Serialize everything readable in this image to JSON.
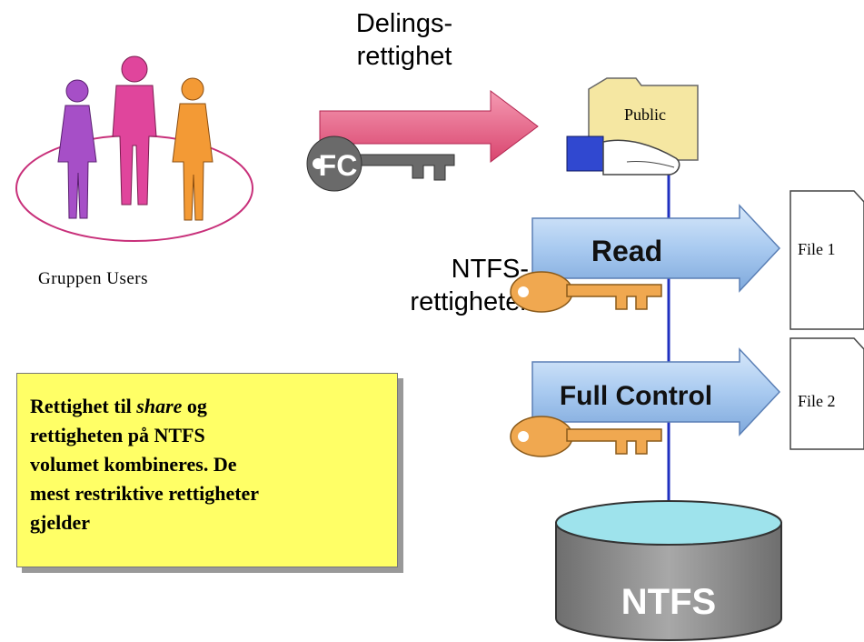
{
  "share_permission_label": [
    "Delings-",
    "rettighet"
  ],
  "share_key_text": "FC",
  "folder_label": "Public",
  "group_caption": "Gruppen Users",
  "ntfs_permissions_label": [
    "NTFS-",
    "rettigheter"
  ],
  "permissions": [
    {
      "label": "Read",
      "file": "File 1"
    },
    {
      "label": "Full Control",
      "file": "File 2"
    }
  ],
  "volume_label": "NTFS",
  "note": {
    "line1_prefix": "Rettighet til ",
    "line1_emphasis": "share",
    "line1_suffix": " og",
    "line2": "rettigheten på NTFS",
    "line3": "volumet kombineres. De",
    "line4": "mest restriktive rettigheter",
    "line5": "gjelder"
  },
  "colors": {
    "share_arrow": "#e8577f",
    "permission_arrow": "#b9d6f5",
    "key_gold": "#f0a850",
    "key_gray": "#6a6a6a",
    "folder": "#f5e7a2",
    "volume_top": "#9ee3ec",
    "volume_body": "#8a8a8a",
    "note_background": "#ffff66",
    "connector_line": "#2030c0"
  }
}
